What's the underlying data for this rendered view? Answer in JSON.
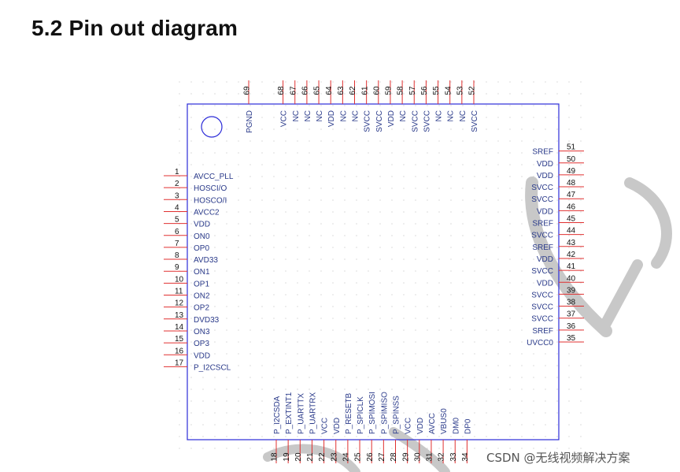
{
  "heading": "5.2 Pin out diagram",
  "watermark_credit": "CSDN @无线视频解决方案",
  "colors": {
    "outline": "#2b2bd8",
    "pin_line": "#e03030",
    "pin_label": "#2a3a8a",
    "pin_number": "#111111",
    "heading": "#111111",
    "watermark": "#c8c8c8"
  },
  "icons": [
    "pin1-marker-circle-icon",
    "watermark-ro-icon"
  ],
  "pins": {
    "left": [
      {
        "num": "1",
        "name": "AVCC_PLL"
      },
      {
        "num": "2",
        "name": "HOSCI/O"
      },
      {
        "num": "3",
        "name": "HOSCO/I"
      },
      {
        "num": "4",
        "name": "AVCC2"
      },
      {
        "num": "5",
        "name": "VDD"
      },
      {
        "num": "6",
        "name": "ON0"
      },
      {
        "num": "7",
        "name": "OP0"
      },
      {
        "num": "8",
        "name": "AVD33"
      },
      {
        "num": "9",
        "name": "ON1"
      },
      {
        "num": "10",
        "name": "OP1"
      },
      {
        "num": "11",
        "name": "ON2"
      },
      {
        "num": "12",
        "name": "OP2"
      },
      {
        "num": "13",
        "name": "DVD33"
      },
      {
        "num": "14",
        "name": "ON3"
      },
      {
        "num": "15",
        "name": "OP3"
      },
      {
        "num": "16",
        "name": "VDD"
      },
      {
        "num": "17",
        "name": "P_I2CSCL"
      }
    ],
    "bottom": [
      {
        "num": "18",
        "name": "P_I2CSDA"
      },
      {
        "num": "19",
        "name": "P_EXTINT1"
      },
      {
        "num": "20",
        "name": "P_UARTTX"
      },
      {
        "num": "21",
        "name": "P_UARTRX"
      },
      {
        "num": "22",
        "name": "VCC"
      },
      {
        "num": "23",
        "name": "VDD"
      },
      {
        "num": "24",
        "name": "P_RESETB"
      },
      {
        "num": "25",
        "name": "P_SPICLK"
      },
      {
        "num": "26",
        "name": "P_SPIMOSI"
      },
      {
        "num": "27",
        "name": "P_SPIMISO"
      },
      {
        "num": "28",
        "name": "P_SPINSS"
      },
      {
        "num": "29",
        "name": "VCC"
      },
      {
        "num": "30",
        "name": "VDD"
      },
      {
        "num": "31",
        "name": "AVCC"
      },
      {
        "num": "32",
        "name": "VBUS0"
      },
      {
        "num": "33",
        "name": "DM0"
      },
      {
        "num": "34",
        "name": "DP0"
      }
    ],
    "right": [
      {
        "num": "35",
        "name": "UVCC0"
      },
      {
        "num": "36",
        "name": "SREF"
      },
      {
        "num": "37",
        "name": "SVCC"
      },
      {
        "num": "38",
        "name": "SVCC"
      },
      {
        "num": "39",
        "name": "SVCC"
      },
      {
        "num": "40",
        "name": "VDD"
      },
      {
        "num": "41",
        "name": "SVCC"
      },
      {
        "num": "42",
        "name": "VDD"
      },
      {
        "num": "43",
        "name": "SREF"
      },
      {
        "num": "44",
        "name": "SVCC"
      },
      {
        "num": "45",
        "name": "SREF"
      },
      {
        "num": "46",
        "name": "VDD"
      },
      {
        "num": "47",
        "name": "SVCC"
      },
      {
        "num": "48",
        "name": "SVCC"
      },
      {
        "num": "49",
        "name": "VDD"
      },
      {
        "num": "50",
        "name": "VDD"
      },
      {
        "num": "51",
        "name": "SREF"
      }
    ],
    "top": [
      {
        "num": "52",
        "name": "SVCC"
      },
      {
        "num": "53",
        "name": "NC"
      },
      {
        "num": "54",
        "name": "NC"
      },
      {
        "num": "55",
        "name": "NC"
      },
      {
        "num": "56",
        "name": "SVCC"
      },
      {
        "num": "57",
        "name": "SVCC"
      },
      {
        "num": "58",
        "name": "NC"
      },
      {
        "num": "59",
        "name": "VDD"
      },
      {
        "num": "60",
        "name": "SVCC"
      },
      {
        "num": "61",
        "name": "SVCC"
      },
      {
        "num": "62",
        "name": "NC"
      },
      {
        "num": "63",
        "name": "NC"
      },
      {
        "num": "64",
        "name": "VDD"
      },
      {
        "num": "65",
        "name": "NC"
      },
      {
        "num": "66",
        "name": "NC"
      },
      {
        "num": "67",
        "name": "NC"
      },
      {
        "num": "68",
        "name": "VCC"
      },
      {
        "num": "69",
        "name": "PGND"
      }
    ]
  }
}
